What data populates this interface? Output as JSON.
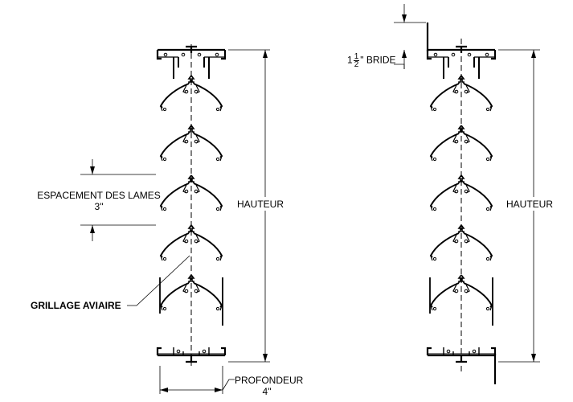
{
  "labels": {
    "louver_spacing": "ESPACEMENT DES LAMES",
    "louver_spacing_value": "3\"",
    "bird_screen": "GRILLAGE AVIAIRE",
    "height_left": "HAUTEUR",
    "height_right": "HAUTEUR",
    "depth": "PROFONDEUR",
    "depth_value": "4\"",
    "flange_whole": "1",
    "flange_num": "1",
    "flange_den": "2",
    "flange_text": "\" BRIDE"
  },
  "colors": {
    "line": "#000000",
    "background": "#ffffff"
  }
}
